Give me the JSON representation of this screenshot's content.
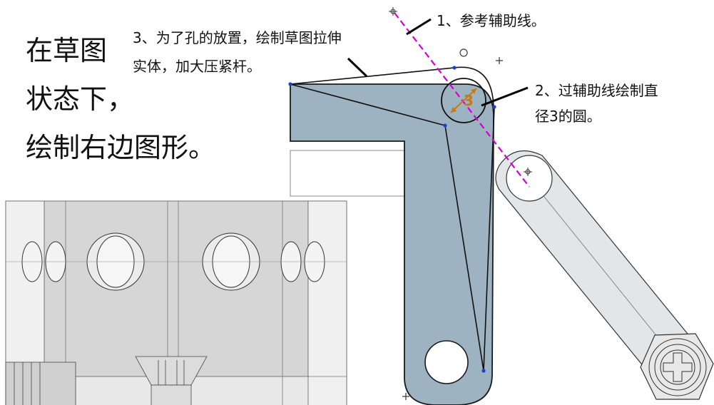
{
  "heading": {
    "line1": "在草图",
    "line2": "状态下，",
    "line3": "绘制右边图形。"
  },
  "annotations": {
    "step1": "1、参考辅助线。",
    "step2_line1": "2、过辅助线绘制直",
    "step2_line2": "径3的圆。",
    "step3_line1": "3、为了孔的放置，绘制草图拉伸",
    "step3_line2": "实体，加大压紧杆。"
  },
  "dimension": {
    "label": "3"
  },
  "colors": {
    "part_fill": "#9db3c1",
    "part_stroke": "#1a1a1a",
    "construction_line": "#d400d4",
    "dimension": "#c87a10",
    "sketch_point": "#1f3fd6",
    "block_fill": "#e6e6e6",
    "arm_fill": "#e3e6e8"
  }
}
